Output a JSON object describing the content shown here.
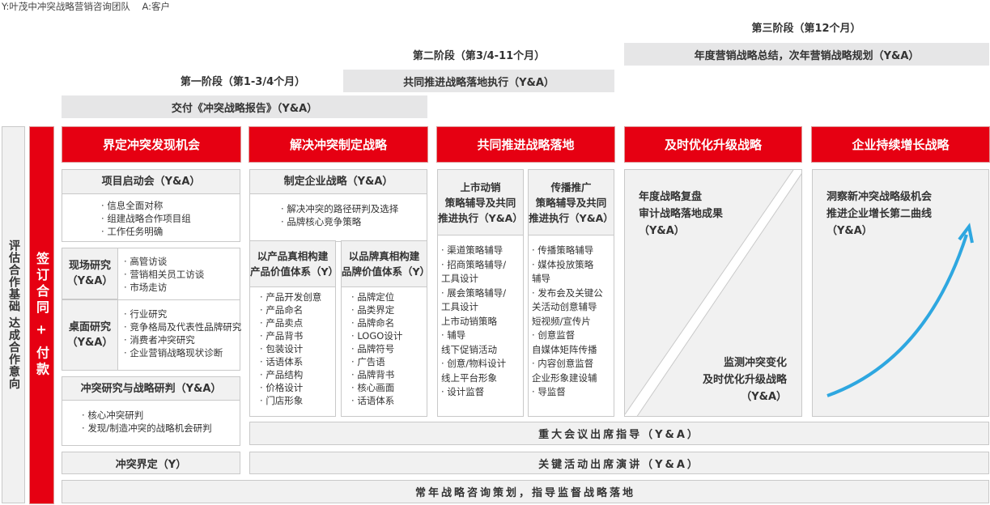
{
  "legend": "Y:叶茂中冲突战略营销咨询团队    A:客户",
  "stages": [
    {
      "label": "第一阶段（第1-3/4个月）",
      "bar": "交付《冲突战略报告》（Y&A）"
    },
    {
      "label": "第二阶段（第3/4-11个月）",
      "bar": "共同推进战略落地执行（Y&A）"
    },
    {
      "label": "第三阶段（第12个月）",
      "bar": "年度营销战略总结，次年营销战略规划（Y&A）"
    }
  ],
  "left_column": "评估合作基础 达成合作意向",
  "red_column": "签订合同 + 付款",
  "headers": [
    "界定冲突发现机会",
    "解决冲突制定战略",
    "共同推进战略落地",
    "及时优化升级战略",
    "企业持续增长战略"
  ],
  "col1": {
    "kickoff": {
      "title": "项目启动会（Y&A）",
      "items": [
        "信息全面对称",
        "组建战略合作项目组",
        "工作任务明确"
      ]
    },
    "field": {
      "title": "现场研究",
      "sub": "（Y&A）",
      "items": [
        "高管访谈",
        "营销相关员工访谈",
        "市场走访"
      ]
    },
    "desk": {
      "title": "桌面研究",
      "sub": "（Y&A）",
      "items": [
        "行业研究",
        "竞争格局及代表性品牌研究",
        "消费者冲突研究",
        "企业营销战略现状诊断"
      ]
    },
    "conflict": {
      "title": "冲突研究与战略研判（Y&A）",
      "items": [
        "核心冲突研判",
        "发现/制造冲突的战略机会研判"
      ]
    },
    "define": "冲突界定（Y）"
  },
  "col2": {
    "strategy": {
      "title": "制定企业战略（Y&A）",
      "items": [
        "解决冲突的路径研判及选择",
        "品牌核心竞争策略"
      ]
    },
    "product": {
      "title1": "以产品真相构建",
      "title2": "产品价值体系（Y）",
      "items": [
        "产品开发创意",
        "产品命名",
        "产品卖点",
        "产品背书",
        "包装设计",
        "话语体系",
        "产品结构",
        "价格设计",
        "门店形象"
      ]
    },
    "brand": {
      "title1": "以品牌真相构建",
      "title2": "品牌价值体系（Y）",
      "items": [
        "品牌定位",
        "品类界定",
        "品牌命名",
        "LOGO设计",
        "品牌符号",
        "广告语",
        "品牌背书",
        "核心画面",
        "话语体系"
      ]
    }
  },
  "col3": {
    "launch": {
      "title1": "上市动销",
      "title2": "策略辅导及共同",
      "title3": "推进执行（Y&A）",
      "lines": [
        "· 渠道策略辅导",
        "· 招商策略辅导/",
        "  工具设计",
        "· 展会策略辅导/",
        "  工具设计",
        "  上市动销策略",
        "· 辅导",
        "  线下促销活动",
        "· 创意/物料设计",
        "  线上平台形象",
        "· 设计监督"
      ]
    },
    "comm": {
      "title1": "传播推广",
      "title2": "策略辅导及共同",
      "title3": "推进执行（Y&A）",
      "lines": [
        "· 传播策略辅导",
        "· 媒体投放策略",
        "  辅导",
        "· 发布会及关键公",
        "  关活动创意辅导",
        "  短视频/宣传片",
        "· 创意监督",
        "  自媒体矩阵传播",
        "· 内容创意监督",
        "  企业形象建设辅",
        "· 导监督"
      ]
    }
  },
  "col4": {
    "top": [
      "年度战略复盘",
      "审计战略落地成果",
      "（Y&A）"
    ],
    "bottom": [
      "监测冲突变化",
      "及时优化升级战略",
      "（Y&A）"
    ]
  },
  "col5": {
    "text": [
      "洞察新冲突战略级机会",
      "推进企业增长第二曲线",
      "（Y&A）"
    ],
    "arrow_color": "#2ea7e0"
  },
  "bars": {
    "meeting": "重大会议出席指导（Y&A）",
    "speech": "关键活动出席演讲（Y&A）",
    "annual": "常年战略咨询策划，指导监督战略落地"
  },
  "colors": {
    "red": "#e60012",
    "gray": "#f1f1f1"
  }
}
